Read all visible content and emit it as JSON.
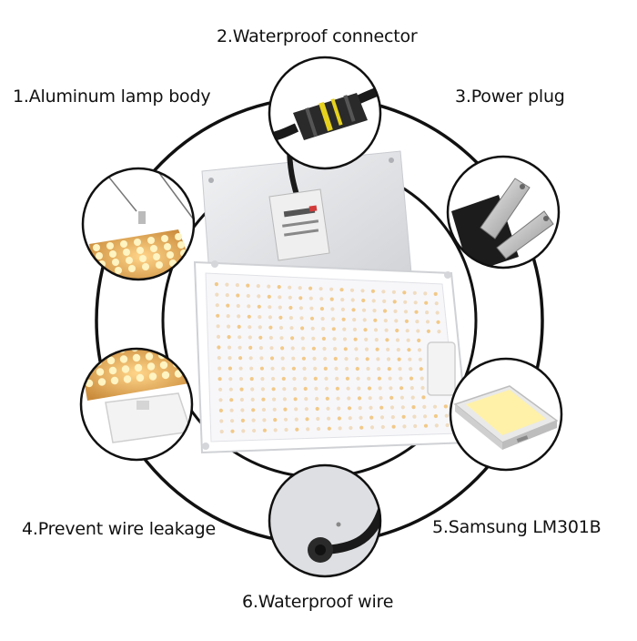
{
  "labels": {
    "aluminum_lamp_body": "1.Aluminum lamp body",
    "waterproof_connector": "2.Waterproof connector",
    "power_plug": "3.Power plug",
    "prevent_wire_leakage": "4.Prevent wire leakage",
    "samsung_led": "5.Samsung LM301B",
    "waterproof_wire": "6.Waterproof wire"
  },
  "colors": {
    "ring": "#111111",
    "panel": "#ffffff",
    "panel_back": "#dcdde0",
    "led_warm": "#f2c987",
    "led_white": "#f5f5f0",
    "led_bright": "#fff4c2",
    "driver": "#eeeeee",
    "cable": "#1a1a1a"
  }
}
